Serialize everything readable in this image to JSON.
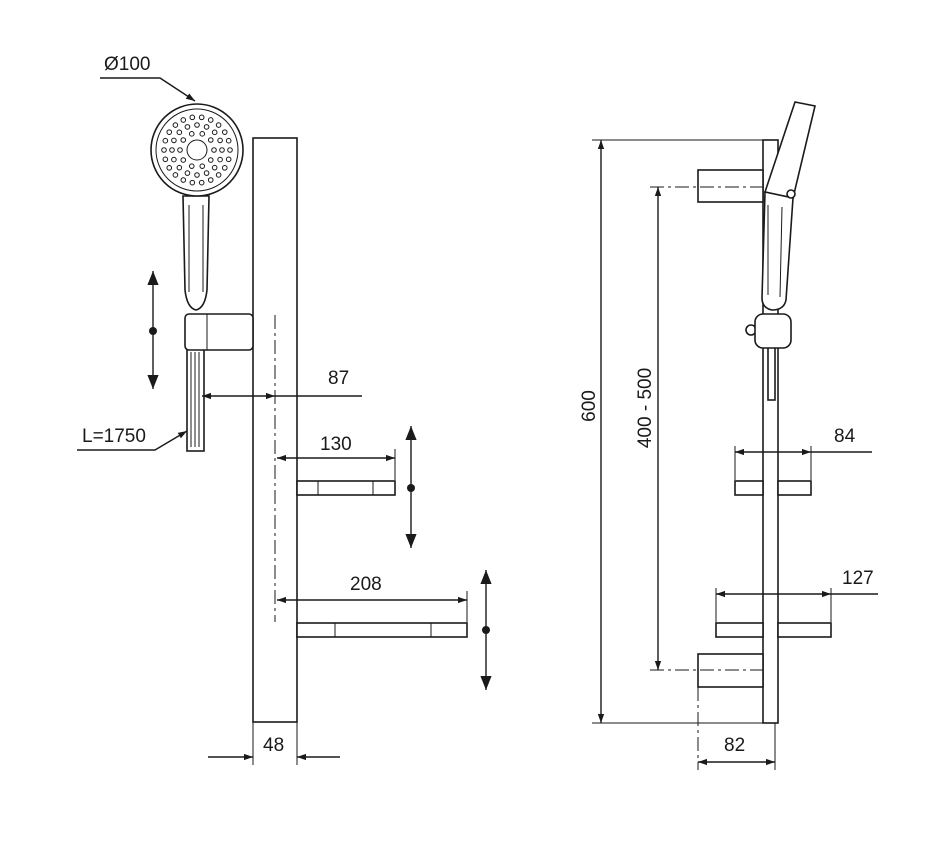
{
  "dimensions": {
    "head_diameter": "Ø100",
    "hose_length": "L=1750",
    "holder_offset": "87",
    "small_shelf_width": "130",
    "large_shelf_width": "208",
    "bar_width": "48",
    "total_height": "600",
    "bracket_spacing": "400 - 500",
    "small_shelf_depth": "84",
    "large_shelf_depth": "127",
    "wall_offset": "82"
  }
}
